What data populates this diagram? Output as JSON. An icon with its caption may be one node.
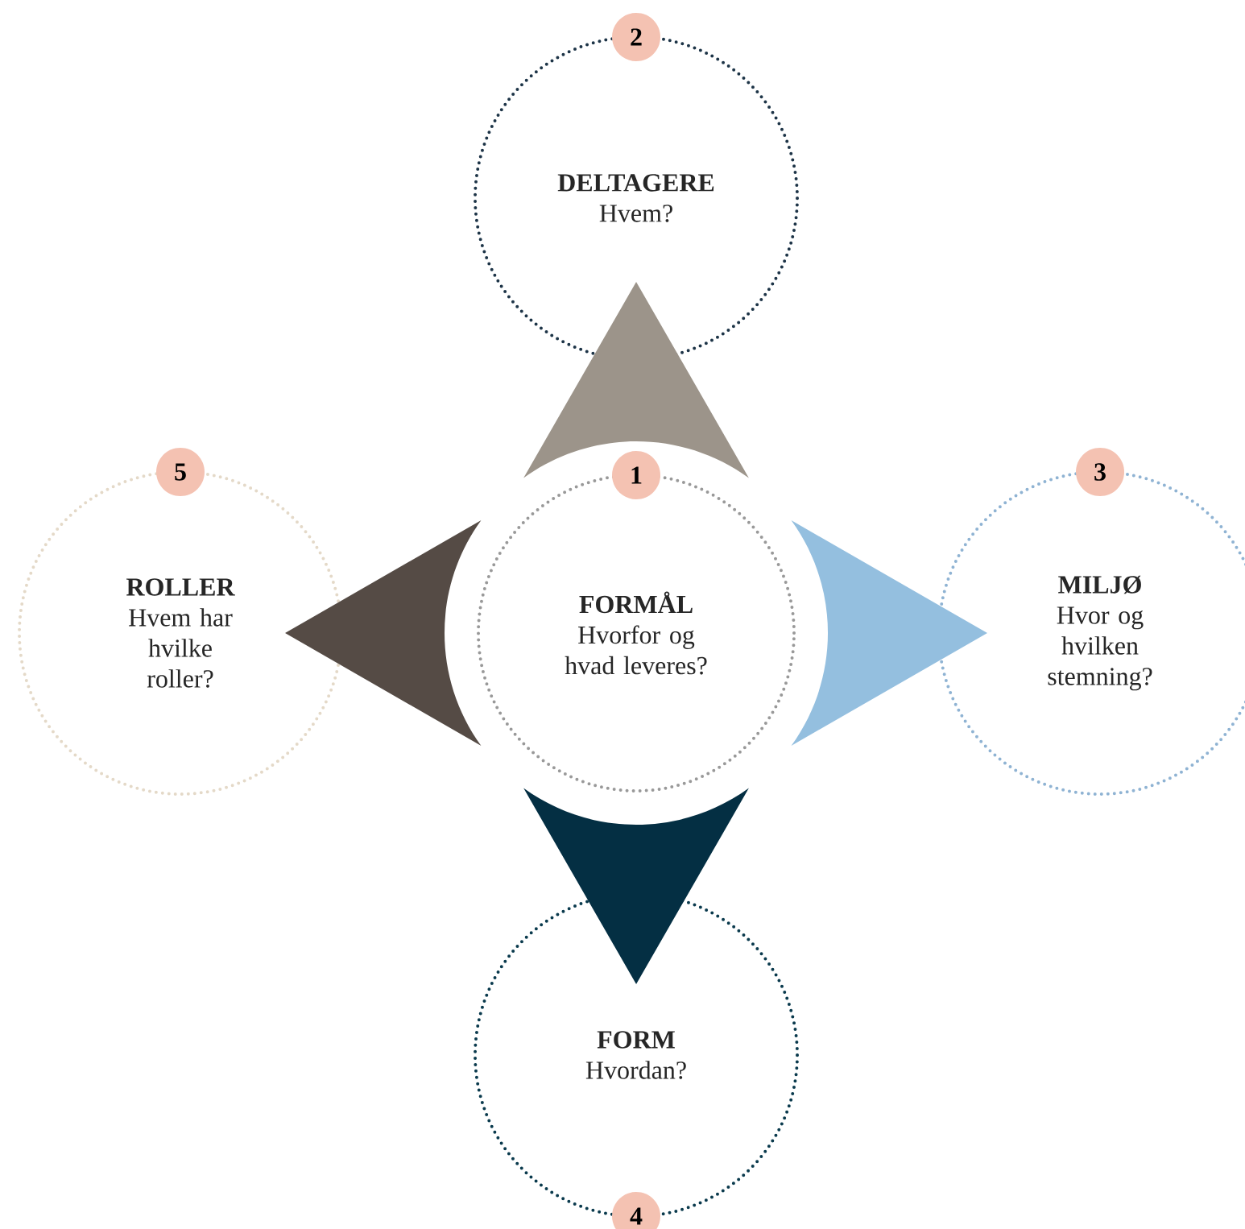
{
  "diagram": {
    "nodes": [
      {
        "text": [
          "FORMÅL",
          "Hvorfor og hvad leveres?"
        ],
        "beside": [
          "1"
        ]
      },
      {
        "text": [
          "DELTAGERE",
          "Hvem?"
        ],
        "beside": [
          "2"
        ]
      },
      {
        "text": [
          "MILJØ",
          "Hvor og hvilken stemning?"
        ],
        "beside": [
          "3"
        ]
      },
      {
        "text": [
          "FORM",
          "Hvordan?"
        ],
        "beside": [
          "4"
        ]
      },
      {
        "text": [
          "ROLLER",
          "Hvem har hvilke roller?"
        ],
        "beside": [
          "5"
        ]
      }
    ],
    "edges": [
      {
        "from": 0,
        "to": 1,
        "arrow": "to",
        "color": "#9c948a"
      },
      {
        "from": 0,
        "to": 2,
        "arrow": "to",
        "color": "#94bfdf"
      },
      {
        "from": 0,
        "to": 3,
        "arrow": "to",
        "color": "#042f43"
      },
      {
        "from": 0,
        "to": 4,
        "arrow": "to",
        "color": "#554b45"
      }
    ]
  }
}
